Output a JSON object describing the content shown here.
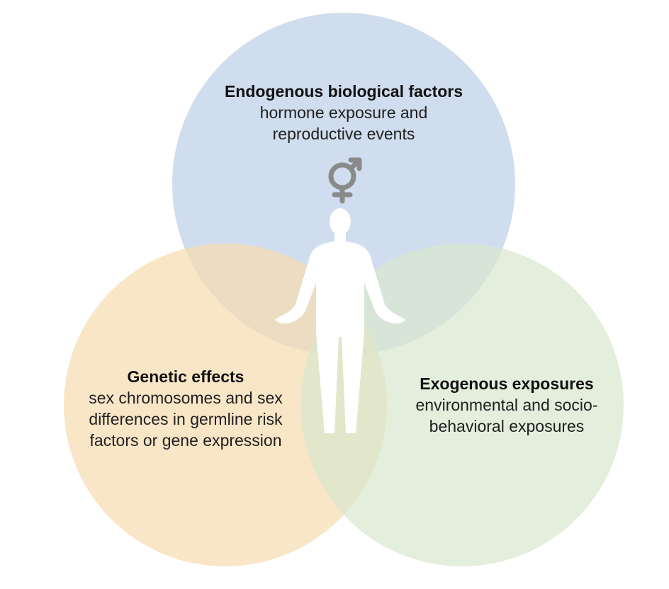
{
  "diagram": {
    "circles": [
      {
        "id": "top",
        "title": "Endogenous biological factors",
        "lines": [
          "hormone exposure and",
          "reproductive events"
        ],
        "color": "#bcd0e8"
      },
      {
        "id": "left",
        "title": "Genetic effects",
        "lines": [
          "sex chromosomes and sex",
          "differences in germline risk",
          "factors or gene expression"
        ],
        "color": "#f6dcb2"
      },
      {
        "id": "right",
        "title": "Exogenous exposures",
        "lines": [
          "environmental and socio-",
          "behavioral exposures"
        ],
        "color": "#d8e8cf"
      }
    ],
    "center_icons": [
      "gender-symbol-icon",
      "human-figure-icon"
    ],
    "gender_symbol_color": "#8a8a8a",
    "figure_color": "#ffffff"
  }
}
